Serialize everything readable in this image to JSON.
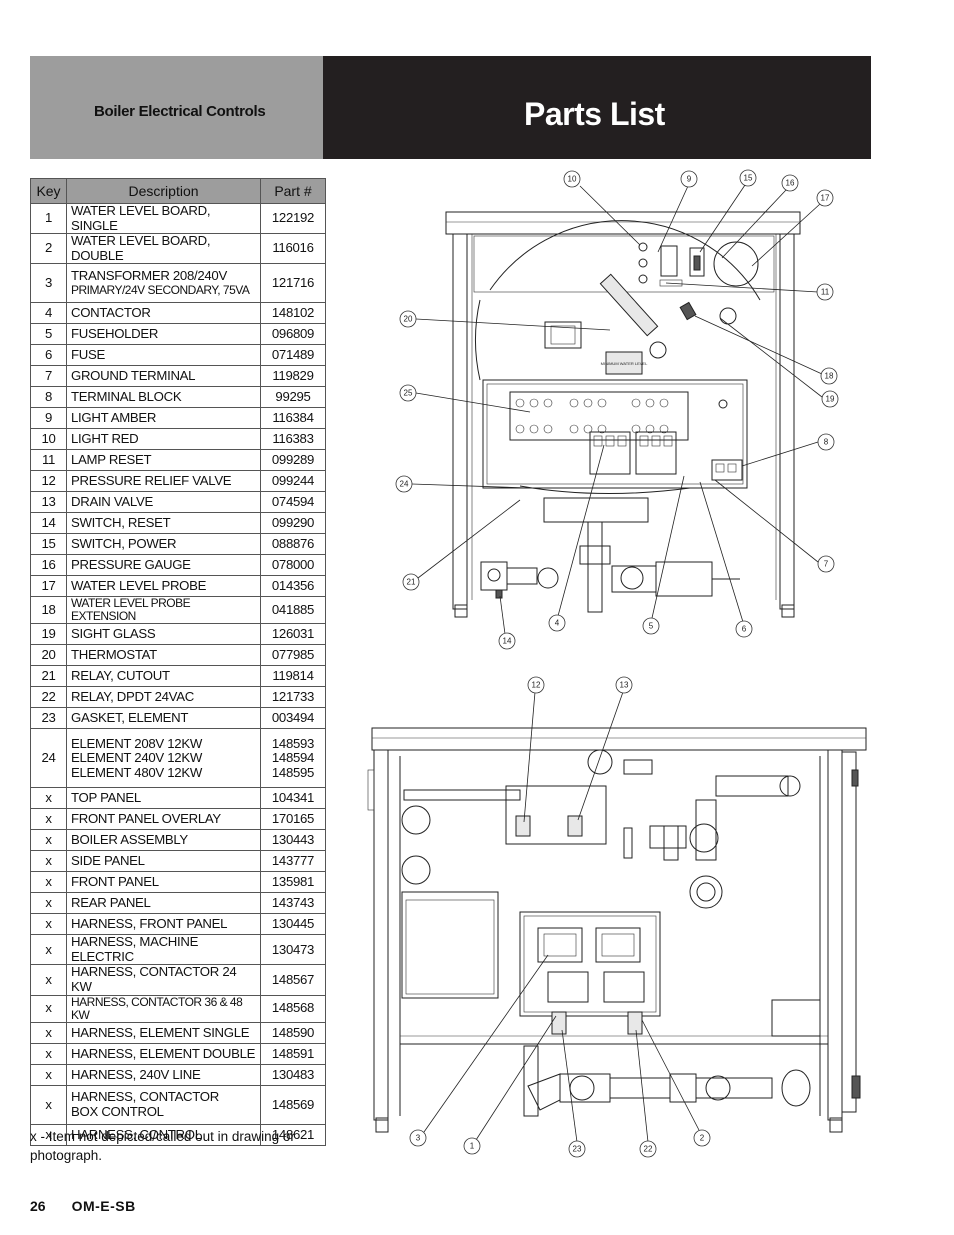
{
  "header": {
    "section": "Boiler Electrical Controls",
    "title": "Parts List"
  },
  "table": {
    "headers": {
      "key": "Key",
      "description": "Description",
      "part": "Part #"
    },
    "rows": [
      {
        "key": "1",
        "desc": [
          "WATER LEVEL BOARD, SINGLE"
        ],
        "part": [
          "122192"
        ]
      },
      {
        "key": "2",
        "desc": [
          "WATER LEVEL BOARD, DOUBLE"
        ],
        "part": [
          "116016"
        ]
      },
      {
        "key": "3",
        "desc": [
          "TRANSFORMER 208/240V",
          "PRIMARY/24V SECONDARY, 75VA"
        ],
        "part": [
          "121716"
        ]
      },
      {
        "key": "4",
        "desc": [
          "CONTACTOR"
        ],
        "part": [
          "148102"
        ]
      },
      {
        "key": "5",
        "desc": [
          "FUSEHOLDER"
        ],
        "part": [
          "096809"
        ]
      },
      {
        "key": "6",
        "desc": [
          "FUSE"
        ],
        "part": [
          "071489"
        ]
      },
      {
        "key": "7",
        "desc": [
          "GROUND TERMINAL"
        ],
        "part": [
          "119829"
        ]
      },
      {
        "key": "8",
        "desc": [
          "TERMINAL BLOCK"
        ],
        "part": [
          "99295"
        ]
      },
      {
        "key": "9",
        "desc": [
          "LIGHT AMBER"
        ],
        "part": [
          "116384"
        ]
      },
      {
        "key": "10",
        "desc": [
          "LIGHT RED"
        ],
        "part": [
          "116383"
        ]
      },
      {
        "key": "11",
        "desc": [
          "LAMP RESET"
        ],
        "part": [
          "099289"
        ]
      },
      {
        "key": "12",
        "desc": [
          "PRESSURE RELIEF VALVE"
        ],
        "part": [
          "099244"
        ]
      },
      {
        "key": "13",
        "desc": [
          "DRAIN VALVE"
        ],
        "part": [
          "074594"
        ]
      },
      {
        "key": "14",
        "desc": [
          "SWITCH, RESET"
        ],
        "part": [
          "099290"
        ]
      },
      {
        "key": "15",
        "desc": [
          "SWITCH, POWER"
        ],
        "part": [
          "088876"
        ]
      },
      {
        "key": "16",
        "desc": [
          "PRESSURE GAUGE"
        ],
        "part": [
          "078000"
        ]
      },
      {
        "key": "17",
        "desc": [
          "WATER LEVEL PROBE"
        ],
        "part": [
          "014356"
        ]
      },
      {
        "key": "18",
        "desc": [
          "WATER LEVEL PROBE EXTENSION"
        ],
        "part": [
          "041885"
        ]
      },
      {
        "key": "19",
        "desc": [
          "SIGHT GLASS"
        ],
        "part": [
          "126031"
        ]
      },
      {
        "key": "20",
        "desc": [
          "THERMOSTAT"
        ],
        "part": [
          "077985"
        ]
      },
      {
        "key": "21",
        "desc": [
          "RELAY, CUTOUT"
        ],
        "part": [
          "119814"
        ]
      },
      {
        "key": "22",
        "desc": [
          "RELAY, DPDT 24VAC"
        ],
        "part": [
          "121733"
        ]
      },
      {
        "key": "23",
        "desc": [
          "GASKET, ELEMENT"
        ],
        "part": [
          "003494"
        ]
      },
      {
        "key": "24",
        "desc": [
          "ELEMENT 208V 12KW",
          "ELEMENT 240V 12KW",
          "ELEMENT 480V 12KW"
        ],
        "part": [
          "148593",
          "148594",
          "148595"
        ]
      },
      {
        "key": "x",
        "desc": [
          "TOP PANEL"
        ],
        "part": [
          "104341"
        ]
      },
      {
        "key": "x",
        "desc": [
          "FRONT PANEL OVERLAY"
        ],
        "part": [
          "170165"
        ]
      },
      {
        "key": "x",
        "desc": [
          "BOILER ASSEMBLY"
        ],
        "part": [
          "130443"
        ]
      },
      {
        "key": "x",
        "desc": [
          "SIDE PANEL"
        ],
        "part": [
          "143777"
        ]
      },
      {
        "key": "x",
        "desc": [
          "FRONT PANEL"
        ],
        "part": [
          "135981"
        ]
      },
      {
        "key": "x",
        "desc": [
          "REAR PANEL"
        ],
        "part": [
          "143743"
        ]
      },
      {
        "key": "x",
        "desc": [
          "HARNESS, FRONT PANEL"
        ],
        "part": [
          "130445"
        ]
      },
      {
        "key": "x",
        "desc": [
          "HARNESS, MACHINE ELECTRIC"
        ],
        "part": [
          "130473"
        ]
      },
      {
        "key": "x",
        "desc": [
          "HARNESS, CONTACTOR 24 KW"
        ],
        "part": [
          "148567"
        ]
      },
      {
        "key": "x",
        "desc": [
          "HARNESS, CONTACTOR 36 & 48 KW"
        ],
        "part": [
          "148568"
        ]
      },
      {
        "key": "x",
        "desc": [
          "HARNESS, ELEMENT SINGLE"
        ],
        "part": [
          "148590"
        ]
      },
      {
        "key": "x",
        "desc": [
          "HARNESS, ELEMENT DOUBLE"
        ],
        "part": [
          "148591"
        ]
      },
      {
        "key": "x",
        "desc": [
          "HARNESS, 240V LINE"
        ],
        "part": [
          "130483"
        ]
      },
      {
        "key": "x",
        "desc": [
          "HARNESS, CONTACTOR",
          "BOX CONTROL"
        ],
        "part": [
          "148569"
        ]
      },
      {
        "key": "x",
        "desc": [
          "HARNESS, CONTROL"
        ],
        "part": [
          "148621"
        ]
      }
    ]
  },
  "footnote": "x - Item not depicted/called out in drawing or photograph.",
  "footer": {
    "page": "26",
    "doc": "OM-E-SB"
  },
  "diagram": {
    "label": "MINIMUM WATER LEVEL",
    "callouts_top": [
      "10",
      "9",
      "15",
      "16",
      "17",
      "11",
      "20",
      "18",
      "19",
      "25",
      "8",
      "24",
      "7",
      "21",
      "14",
      "4",
      "5",
      "6"
    ],
    "callouts_bottom": [
      "12",
      "13",
      "3",
      "1",
      "23",
      "22",
      "2"
    ]
  }
}
